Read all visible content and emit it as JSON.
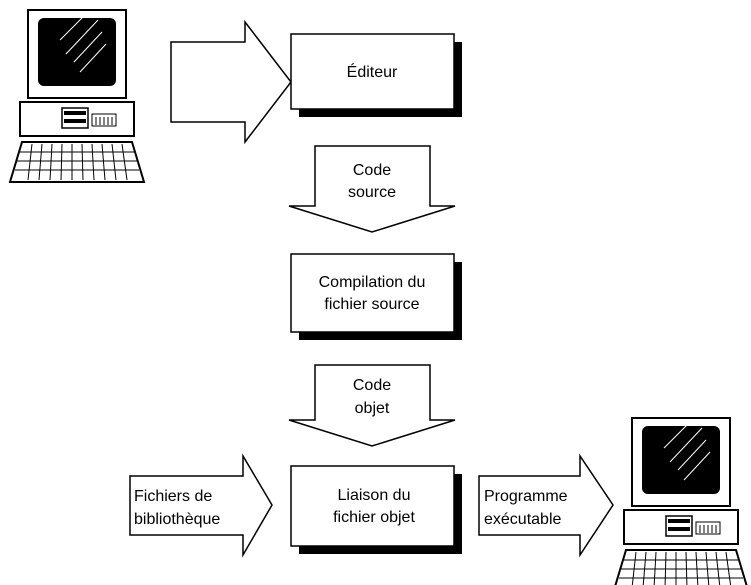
{
  "diagram": {
    "boxes": {
      "editor": {
        "label": "Éditeur"
      },
      "compile": {
        "line1": "Compilation du",
        "line2": "fichier source"
      },
      "link": {
        "line1": "Liaison du",
        "line2": "fichier objet"
      }
    },
    "arrows": {
      "source_code": {
        "line1": "Code",
        "line2": "source"
      },
      "object_code": {
        "line1": "Code",
        "line2": "objet"
      },
      "libraries": {
        "line1": "Fichiers de",
        "line2": "bibliothèque"
      },
      "executable": {
        "line1": "Programme",
        "line2": "exécutable"
      }
    },
    "icons": {
      "input_computer": "desktop-computer-icon",
      "output_computer": "desktop-computer-icon"
    }
  }
}
